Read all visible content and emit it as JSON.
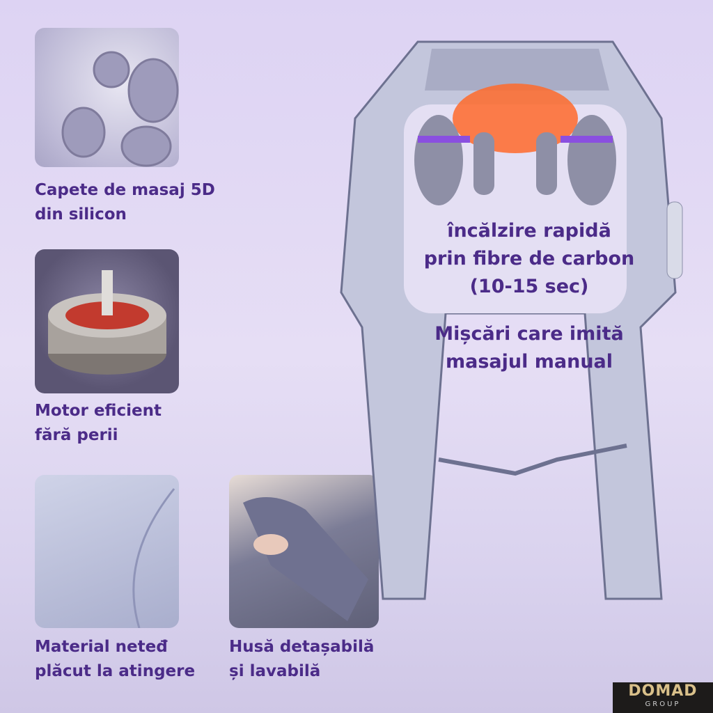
{
  "features": [
    {
      "label": "Capete de masaj 5D\ndin silicon",
      "image": "silicone-massage-heads"
    },
    {
      "label": "Motor eficient\nfără perii",
      "image": "brushless-motor"
    },
    {
      "label": "Material neteđ\nplăcut la atingere",
      "image": "smooth-material"
    },
    {
      "label": "Husă detașabilă\nși lavabilă",
      "image": "removable-cover"
    }
  ],
  "center": {
    "heating": "încălzire rapidă\nprin fibre de carbon\n(10-15 sec)",
    "motion": "Mișcări care imită\nmasajul manual"
  },
  "logo": {
    "name": "DOMAD",
    "sub": "GROUP"
  },
  "colors": {
    "text": "#4b2b88",
    "accent": "#8a4fe0",
    "heat": "#ff5a1f"
  }
}
